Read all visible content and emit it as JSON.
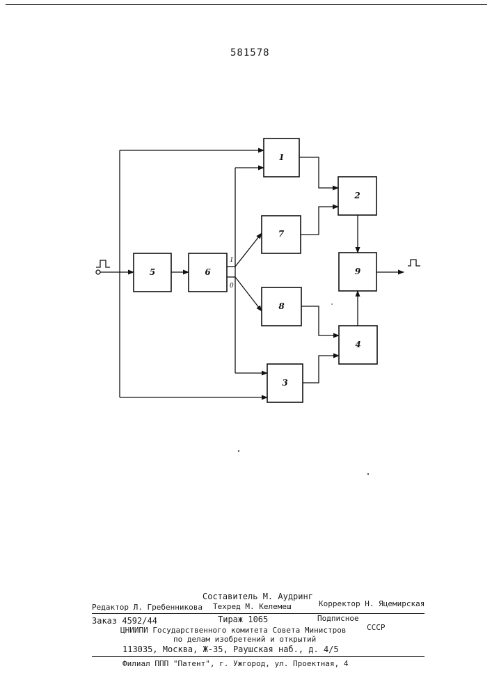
{
  "header": {
    "patent_number": "581578"
  },
  "diagram": {
    "blocks": [
      {
        "id": "b1",
        "label": "1"
      },
      {
        "id": "b2",
        "label": "2"
      },
      {
        "id": "b3",
        "label": "3"
      },
      {
        "id": "b4",
        "label": "4"
      },
      {
        "id": "b5",
        "label": "5"
      },
      {
        "id": "b6",
        "label": "6"
      },
      {
        "id": "b7",
        "label": "7"
      },
      {
        "id": "b8",
        "label": "8"
      },
      {
        "id": "b9",
        "label": "9"
      }
    ],
    "pin_labels": {
      "out1": "1",
      "out0": "0"
    }
  },
  "imprint": {
    "compiler": "Составитель М. Аудринг",
    "editor": "Редактор Л. Гребенникова",
    "tech_editor": "Техред М. Келемеш",
    "corrector": "Корректор   Н. Яцемирская",
    "order": "Заказ 4592/44",
    "circulation": "Тираж 1065",
    "subscription": "Подписное",
    "institute": "ЦНИИПИ Государственного комитета Совета Министров",
    "country": "СССР",
    "committee": "по делам изобретений и открытий",
    "address": "113035, Москва, Ж-35, Раушская наб., д. 4/5",
    "branch": "Филиал ППП \"Патент\", г. Ужгород, ул. Проектная, 4"
  }
}
